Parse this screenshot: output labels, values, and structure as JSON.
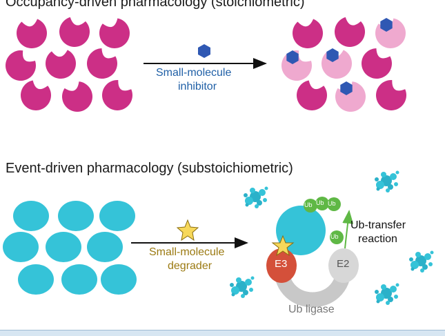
{
  "top_panel": {
    "title": "Occupancy-driven pharmacology (stoichiometric)",
    "arrow_label_line1": "Small-molecule",
    "arrow_label_line2": "inhibitor",
    "label_color": "#1f5fa6",
    "protein_color": "#cc2f86",
    "bound_protein_color": "#efa9cf",
    "inhibitor_color": "#2f58b3"
  },
  "bottom_panel": {
    "title": "Event-driven pharmacology (substoichiometric)",
    "arrow_label_line1": "Small-molecule",
    "arrow_label_line2": "degrader",
    "label_color": "#9b7a12",
    "protein_color": "#35c3d8",
    "degrader_color": "#f7d85a",
    "e3_label": "E3",
    "e3_color": "#d4503a",
    "e2_label": "E2",
    "ligase_label": "Ub ligase",
    "ub_label": "Ub",
    "ub_color": "#5fb845",
    "transfer_line1": "Ub-transfer",
    "transfer_line2": "reaction"
  }
}
